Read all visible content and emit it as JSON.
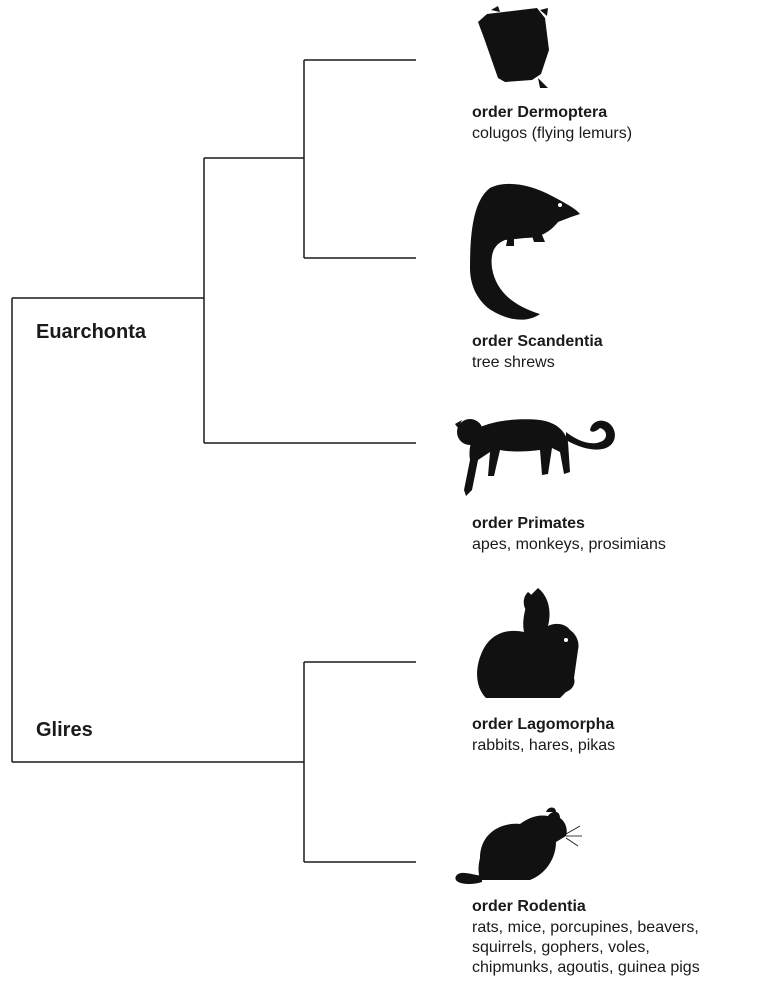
{
  "clades": {
    "euarchonta": "Euarchonta",
    "glires": "Glires"
  },
  "orders": {
    "dermoptera": {
      "name": "order Dermoptera",
      "desc": [
        "colugos (flying lemurs)"
      ],
      "icon": "colugo-silhouette"
    },
    "scandentia": {
      "name": "order Scandentia",
      "desc": [
        "tree shrews"
      ],
      "icon": "tree-shrew-silhouette"
    },
    "primates": {
      "name": "order Primates",
      "desc": [
        "apes, monkeys, prosimians"
      ],
      "icon": "monkey-silhouette"
    },
    "lagomorpha": {
      "name": "order Lagomorpha",
      "desc": [
        "rabbits, hares, pikas"
      ],
      "icon": "rabbit-silhouette"
    },
    "rodentia": {
      "name": "order Rodentia",
      "desc": [
        "rats, mice, porcupines, beavers,",
        "squirrels, gophers, voles,",
        "chipmunks, agoutis, guinea pigs"
      ],
      "icon": "mouse-silhouette"
    }
  },
  "colors": {
    "line": "#1a1a1a",
    "silhouette": "#111111"
  }
}
